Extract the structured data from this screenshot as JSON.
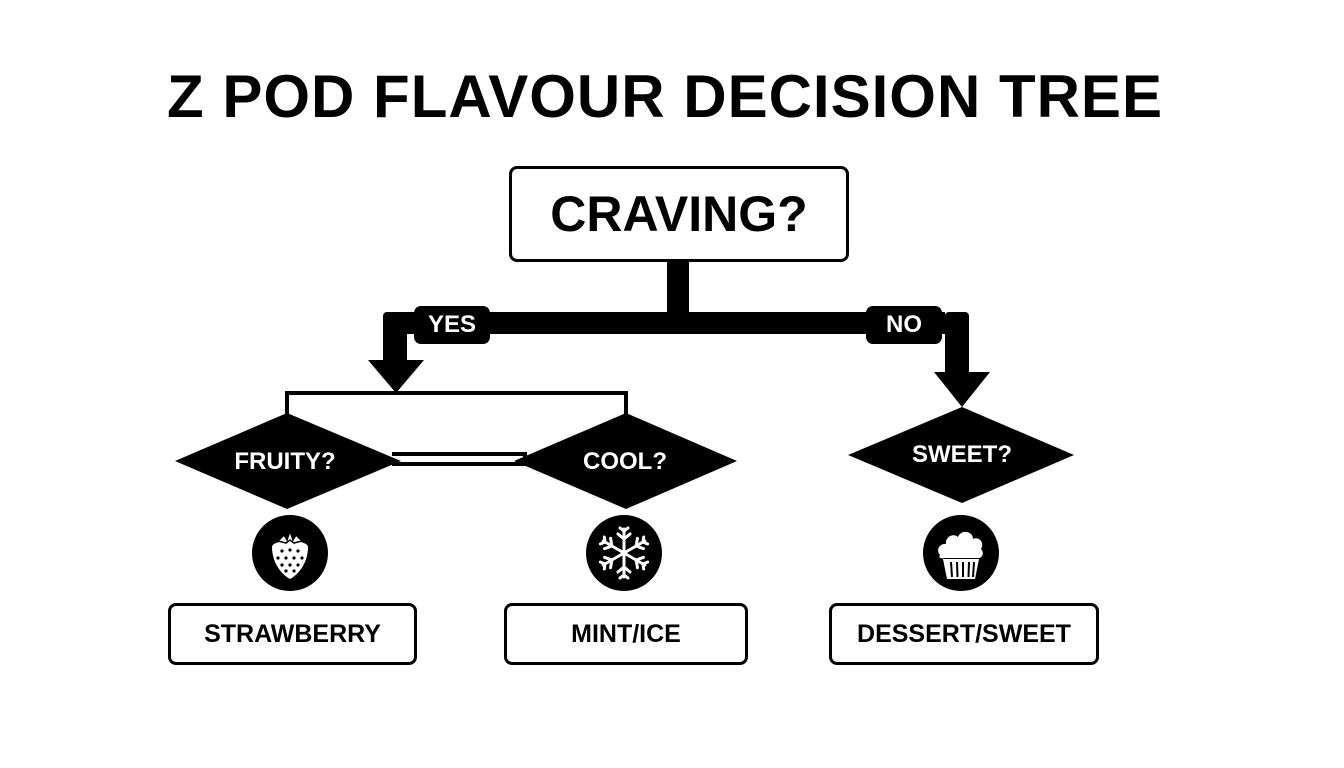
{
  "title": "Z POD FLAVOUR DECISION TREE",
  "root_question": "CRAVING?",
  "branches": {
    "yes_label": "YES",
    "no_label": "NO"
  },
  "questions": {
    "fruity": "FRUITY?",
    "cool": "COOL?",
    "sweet": "SWEET?"
  },
  "outcomes": {
    "strawberry": "STRAWBERRY",
    "mint_ice": "MINT/ICE",
    "dessert_sweet": "DESSERT/SWEET"
  },
  "icons": {
    "strawberry": "strawberry-icon",
    "snowflake": "snowflake-icon",
    "cupcake": "cupcake-icon"
  },
  "colors": {
    "ink": "#000000",
    "background": "#ffffff"
  }
}
